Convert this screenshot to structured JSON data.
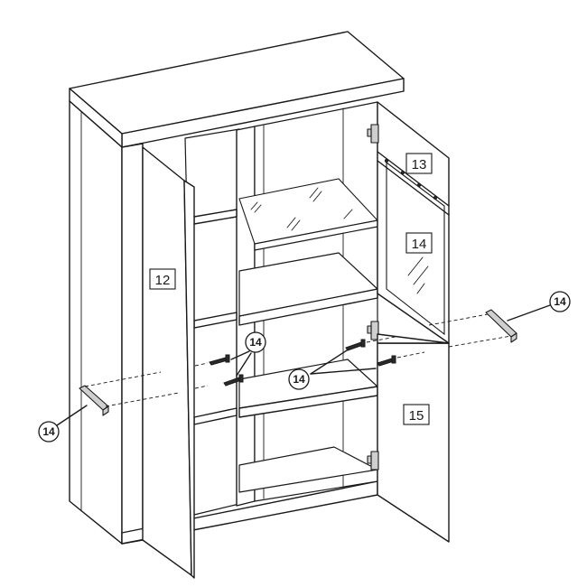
{
  "panels": {
    "left_door": "12",
    "top_glass_frame": "13",
    "glass_door": "14",
    "lower_right_door": "15"
  },
  "callouts": {
    "left_handle": "14",
    "left_screws": "14",
    "center_screws": "14",
    "right_handle": "14"
  }
}
